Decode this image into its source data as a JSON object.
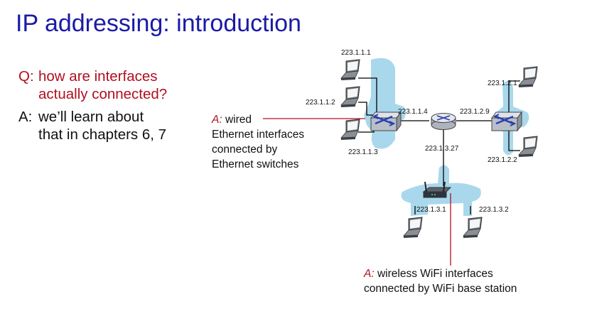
{
  "slide": {
    "title": "IP addressing: introduction",
    "question": {
      "label": "Q:",
      "lines": [
        "how are interfaces",
        "actually connected?"
      ]
    },
    "answer": {
      "label": "A:",
      "lines": [
        "we’ll learn about",
        "that in chapters 6, 7"
      ]
    }
  },
  "diagram": {
    "wired_note": {
      "label": "A:",
      "lines": [
        "wired",
        "Ethernet interfaces",
        "connected by",
        "Ethernet switches"
      ]
    },
    "wireless_note": {
      "label": "A:",
      "lines": [
        "wireless WiFi interfaces",
        "connected by WiFi base station"
      ]
    },
    "addresses": {
      "h1": "223.1.1.1",
      "h2": "223.1.1.2",
      "h3": "223.1.1.3",
      "r1": "223.1.1.4",
      "r2": "223.1.2.9",
      "r3": "223.1.3.27",
      "h4": "223.1.2.1",
      "h5": "223.1.2.2",
      "w1": "223.1.3.1",
      "w2": "223.1.3.2"
    }
  },
  "colors": {
    "title": "#1a1aa6",
    "accent_red": "#b01020",
    "subnet_blue": "#a9d8ec",
    "switch_blue": "#2a3fae"
  }
}
